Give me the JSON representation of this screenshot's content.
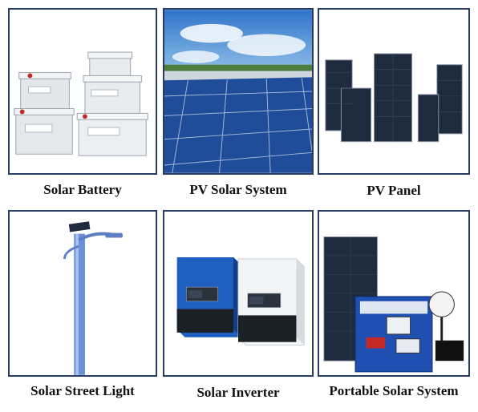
{
  "products": [
    {
      "label": "Solar Battery"
    },
    {
      "label": "PV Solar System"
    },
    {
      "label": "PV Panel"
    },
    {
      "label": "Solar Street Light"
    },
    {
      "label": "Solar Inverter"
    },
    {
      "label": "Portable Solar System"
    }
  ]
}
